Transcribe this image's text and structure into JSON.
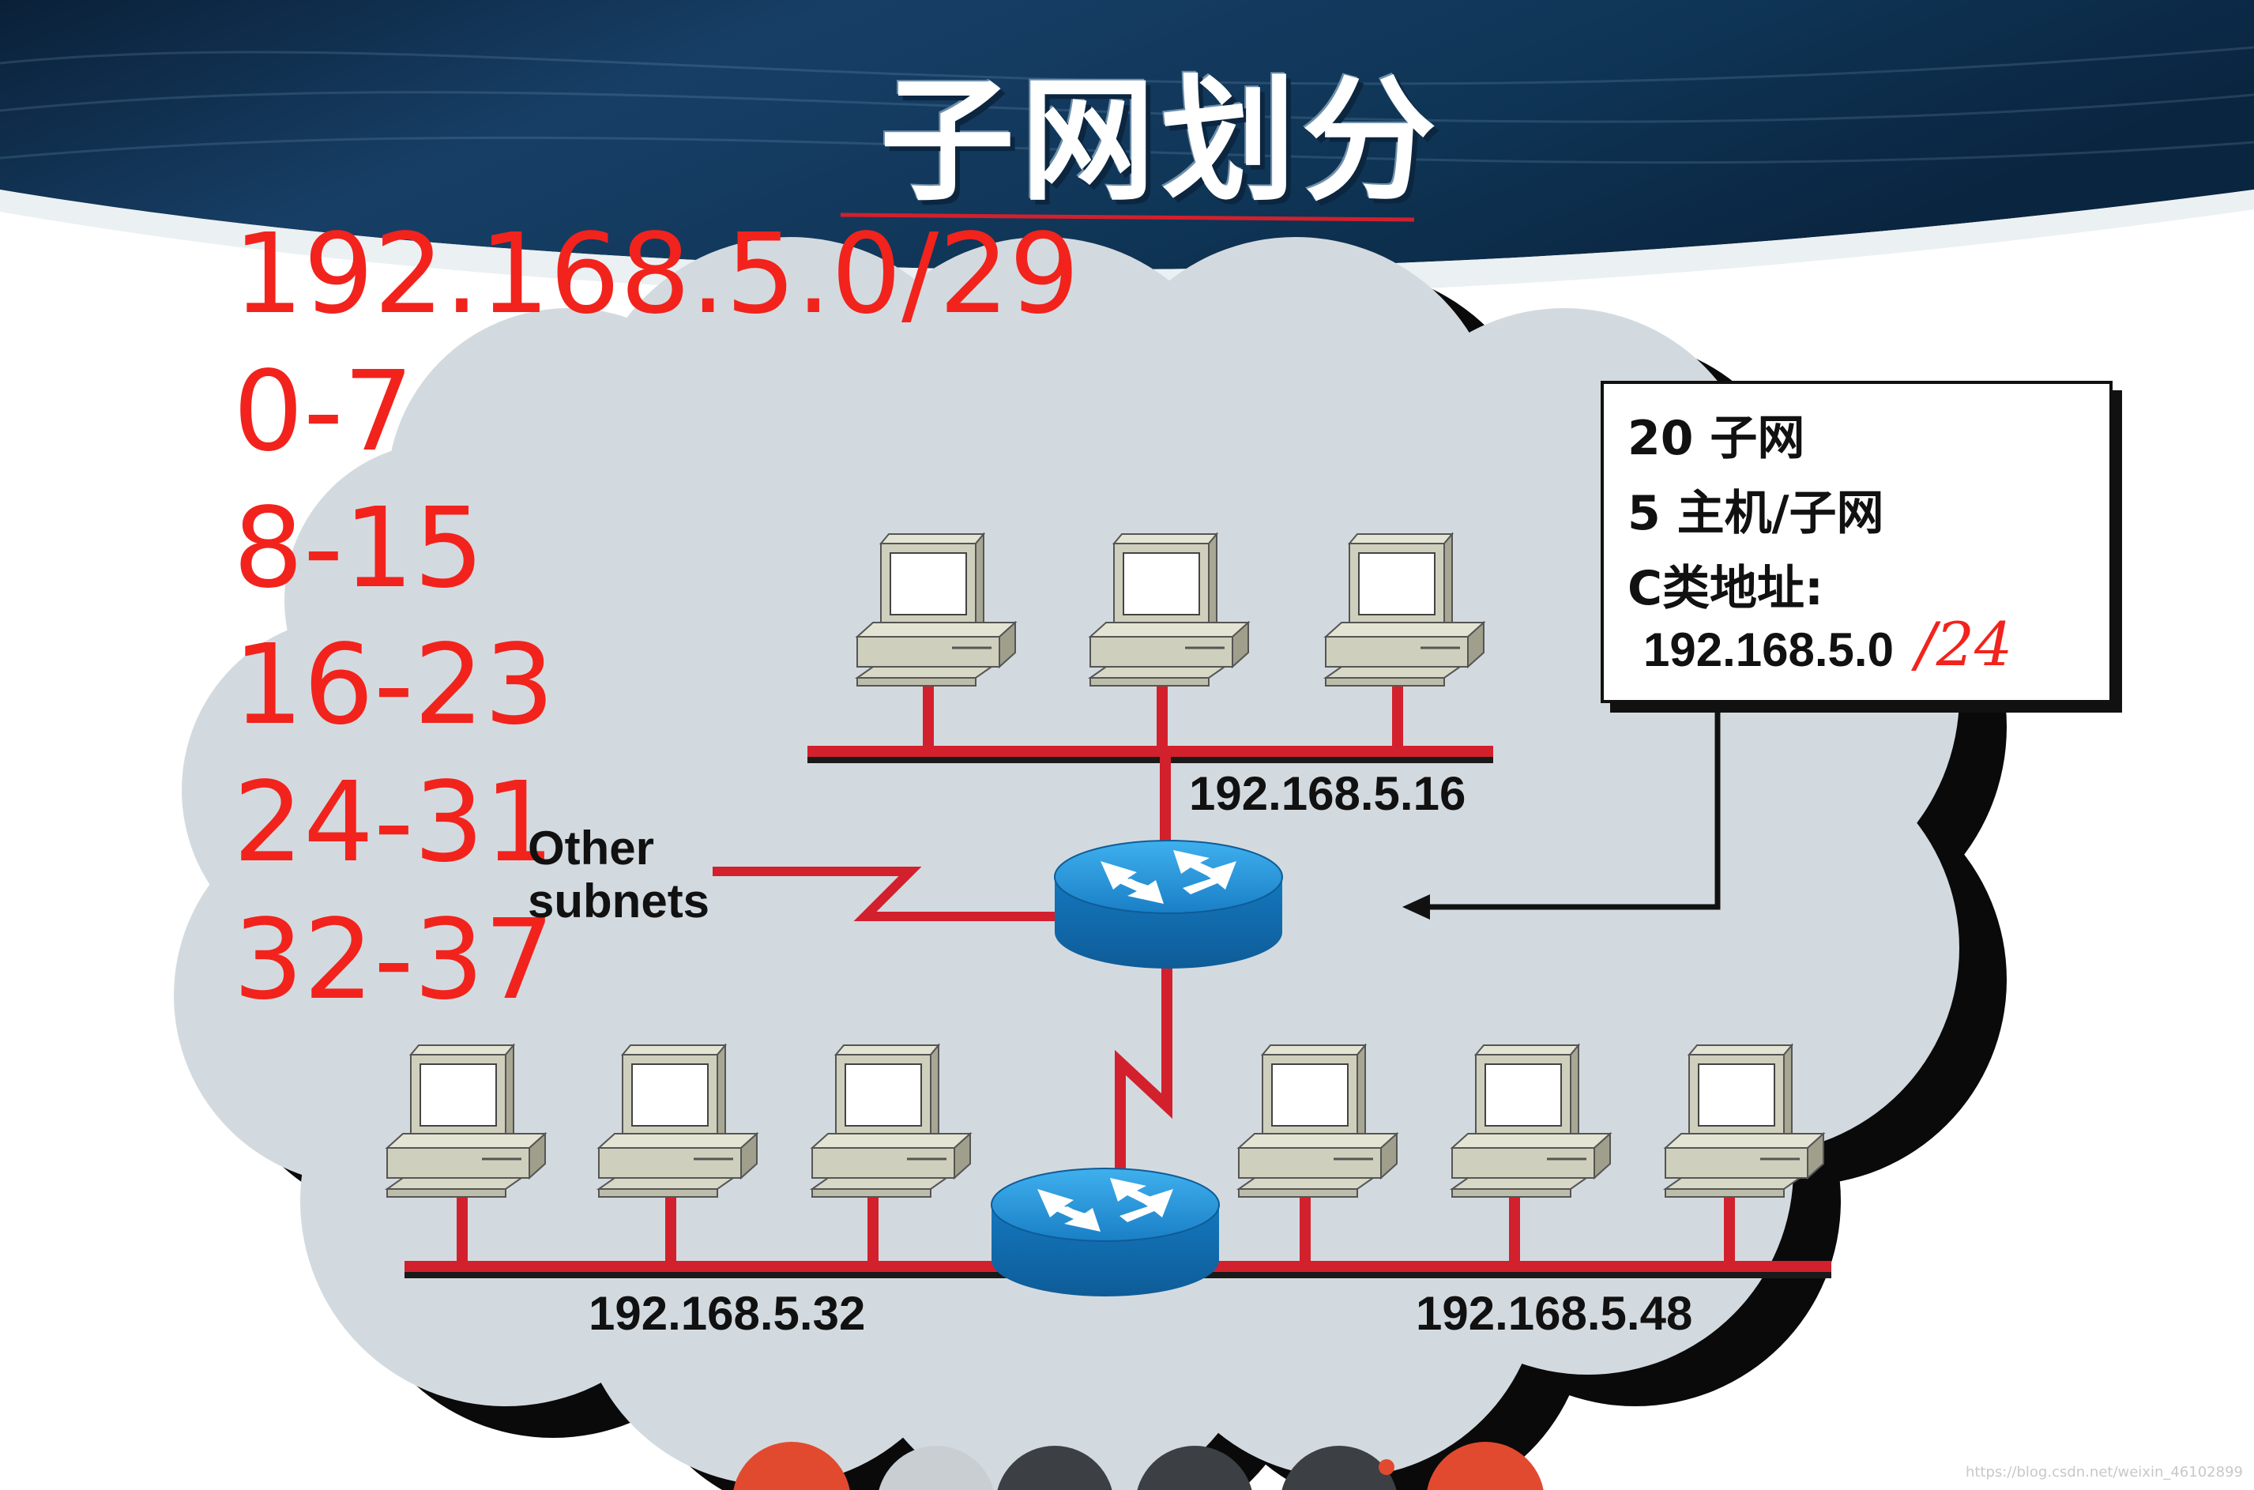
{
  "title": "子网划分",
  "annotations": {
    "network": "192.168.5.0/29",
    "ranges": [
      "0-7",
      "8-15",
      "16-23",
      "24-31",
      "32-37"
    ]
  },
  "info_box": {
    "subnets": "20 子网",
    "hosts": "5 主机/子网",
    "class_addr": "C类地址:",
    "base_addr": "192.168.5.0",
    "handwritten": "/24"
  },
  "subnet_labels": {
    "top": "192.168.5.16",
    "bottom_left": "192.168.5.32",
    "bottom_right": "192.168.5.48"
  },
  "other_subnets": [
    "Other",
    "subnets"
  ],
  "watermark": "https://blog.csdn.net/weixin_46102899",
  "colors": {
    "annotation_red": "#f2231c",
    "lan_bar": "#d3202d",
    "router_blue": "#1a8cd6",
    "cloud": "#d3dadf",
    "banner_dark": "#0d2b4a"
  }
}
